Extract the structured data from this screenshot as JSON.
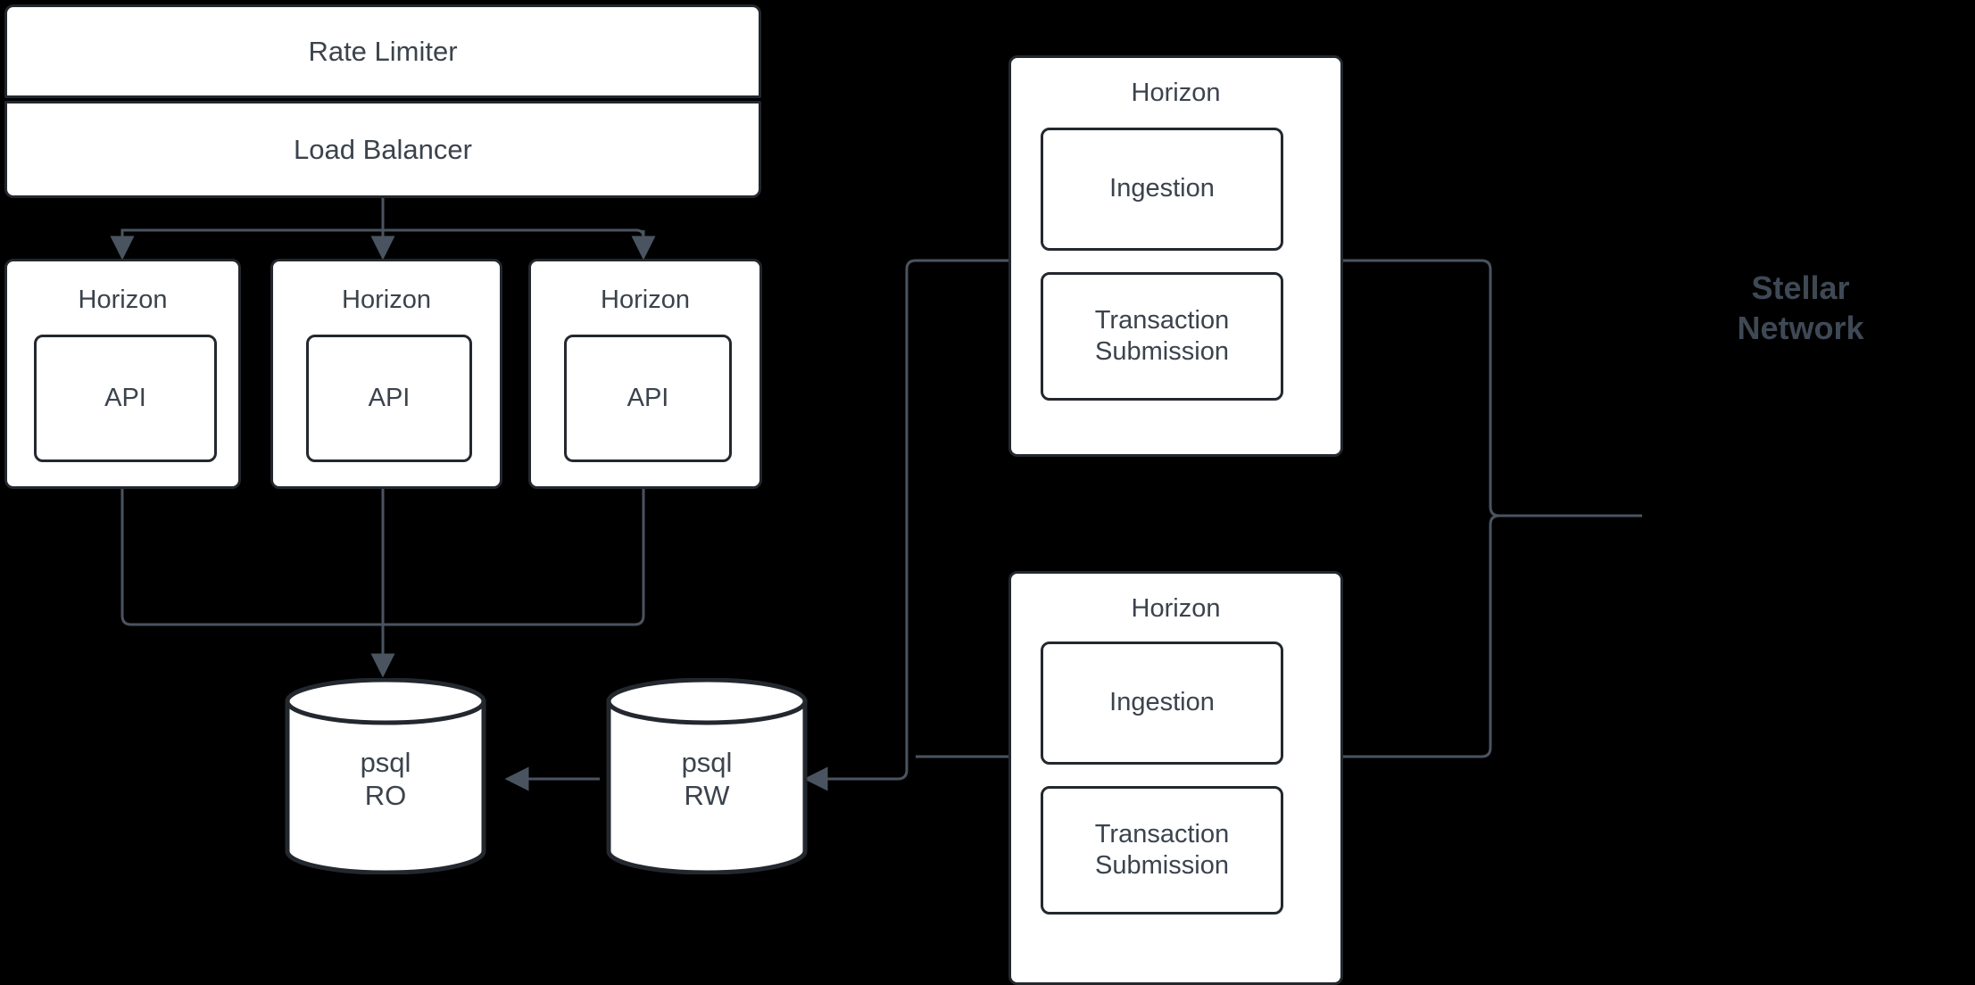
{
  "diagram": {
    "title": "Horizon Stellar Network Architecture",
    "background_color": "#000000",
    "node_fill": "#ffffff",
    "node_border": "#23282f",
    "text_color": "#3b434d",
    "wire_color": "#3f4955",
    "nodes": {
      "rate_limiter": "Rate Limiter",
      "load_balancer": "Load Balancer",
      "horizon": "Horizon",
      "api": "API",
      "ingestion": "Ingestion",
      "transaction_submission": "Transaction\nSubmission",
      "psql_ro": "psql\nRO",
      "psql_rw": "psql\nRW",
      "stellar_network": "Stellar\nNetwork"
    },
    "api_cluster": [
      {
        "group": "Horizon",
        "child": "API"
      },
      {
        "group": "Horizon",
        "child": "API"
      },
      {
        "group": "Horizon",
        "child": "API"
      }
    ],
    "worker_cluster": [
      {
        "group": "Horizon",
        "children": [
          "Ingestion",
          "Transaction\nSubmission"
        ]
      },
      {
        "group": "Horizon",
        "children": [
          "Ingestion",
          "Transaction\nSubmission"
        ]
      }
    ],
    "databases": [
      {
        "label": "psql\nRO"
      },
      {
        "label": "psql\nRW"
      }
    ],
    "edges": [
      {
        "from": "Load Balancer",
        "to": "Horizon API 1",
        "arrow": true
      },
      {
        "from": "Load Balancer",
        "to": "Horizon API 2",
        "arrow": true
      },
      {
        "from": "Load Balancer",
        "to": "Horizon API 3",
        "arrow": true
      },
      {
        "from": "Horizon API 1",
        "to": "psql RO",
        "arrow": true
      },
      {
        "from": "Horizon API 2",
        "to": "psql RO",
        "arrow": true
      },
      {
        "from": "Horizon API 3",
        "to": "psql RO",
        "arrow": true
      },
      {
        "from": "psql RW",
        "to": "psql RO",
        "arrow": true
      },
      {
        "from": "Horizon Ingestion (top)",
        "to": "psql RW",
        "arrow": true
      },
      {
        "from": "Horizon Ingestion (bottom)",
        "to": "psql RW",
        "arrow": true
      },
      {
        "from": "Horizon (top)",
        "to": "Stellar Network",
        "arrow": false
      },
      {
        "from": "Horizon (bottom)",
        "to": "Stellar Network",
        "arrow": false
      }
    ]
  }
}
